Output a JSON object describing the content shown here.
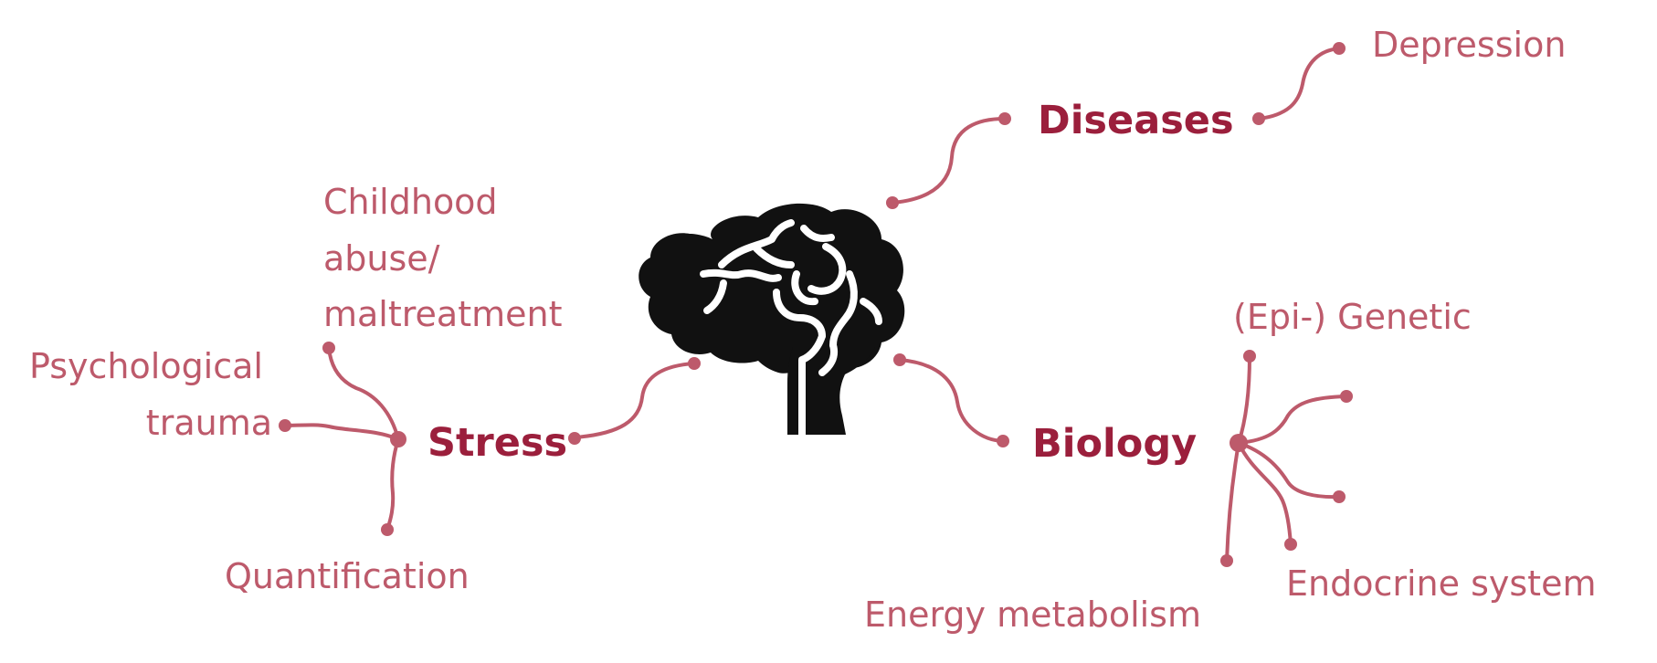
{
  "center": {
    "icon": "brain-icon",
    "icon_color": "#111111"
  },
  "colors": {
    "hub_text": "#9b1f3c",
    "leaf_text": "#bd5a6b",
    "connector": "#bd5a6b",
    "background": "#ffffff"
  },
  "hubs": {
    "stress": {
      "label": "Stress",
      "leaves": {
        "childhood_line1": "Childhood",
        "childhood_line2": "abuse/",
        "childhood_line3": "maltreatment",
        "psych_line1": "Psychological",
        "psych_line2": "trauma",
        "quantification": "Quantification"
      }
    },
    "diseases": {
      "label": "Diseases",
      "leaves": {
        "depression": "Depression"
      }
    },
    "biology": {
      "label": "Biology",
      "leaves": {
        "genetic": "(Epi-) Genetic",
        "endocrine": "Endocrine system",
        "energy": "Energy metabolism"
      }
    }
  }
}
